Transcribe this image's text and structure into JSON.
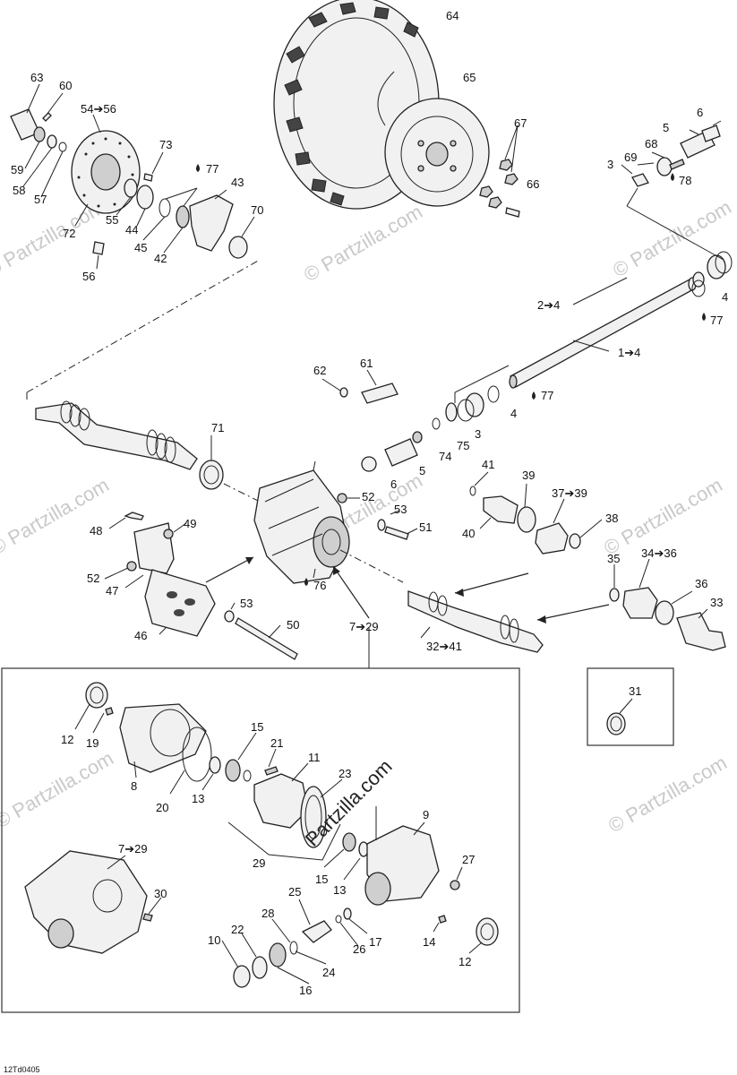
{
  "diagram": {
    "watermark_repeat": "© Partzilla.com",
    "watermark_main": "Partzilla.com",
    "drawing_code": "12Td0405",
    "labels": {
      "l1": "1➔4",
      "l2": "2➔4",
      "l3a": "3",
      "l3b": "3",
      "l4a": "4",
      "l4b": "4",
      "l5a": "5",
      "l5b": "5",
      "l6a": "6",
      "l6b": "6",
      "l7a": "7➔29",
      "l7b": "7➔29",
      "l8": "8",
      "l9": "9",
      "l10": "10",
      "l11": "11",
      "l12a": "12",
      "l12b": "12",
      "l13a": "13",
      "l13b": "13",
      "l14": "14",
      "l15a": "15",
      "l15b": "15",
      "l16": "16",
      "l17": "17",
      "l19": "19",
      "l20": "20",
      "l21": "21",
      "l22": "22",
      "l23": "23",
      "l24": "24",
      "l25": "25",
      "l26": "26",
      "l27": "27",
      "l28": "28",
      "l29": "29",
      "l30": "30",
      "l31": "31",
      "l32": "32➔41",
      "l33": "33",
      "l34": "34➔36",
      "l35": "35",
      "l36": "36",
      "l37": "37➔39",
      "l38": "38",
      "l39": "39",
      "l40": "40",
      "l41": "41",
      "l42": "42",
      "l43": "43",
      "l44": "44",
      "l45": "45",
      "l46": "46",
      "l47": "47",
      "l48": "48",
      "l49": "49",
      "l50": "50",
      "l51": "51",
      "l52a": "52",
      "l52b": "52",
      "l53a": "53",
      "l53b": "53",
      "l54": "54➔56",
      "l55": "55",
      "l56": "56",
      "l57": "57",
      "l58": "58",
      "l59": "59",
      "l60": "60",
      "l61": "61",
      "l62": "62",
      "l63": "63",
      "l64": "64",
      "l65": "65",
      "l66": "66",
      "l67": "67",
      "l68": "68",
      "l69": "69",
      "l70": "70",
      "l71": "71",
      "l72": "72",
      "l73": "73",
      "l74": "74",
      "l75": "75",
      "l76": "76",
      "l77a": "77",
      "l77b": "77",
      "l77c": "77",
      "l78": "78"
    }
  }
}
